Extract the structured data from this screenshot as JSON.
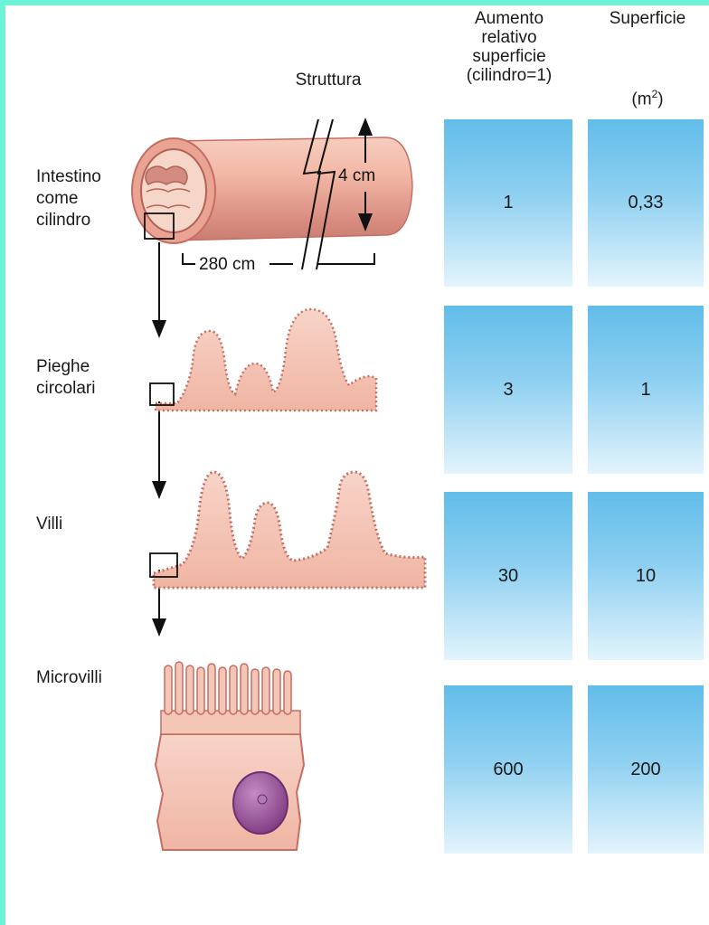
{
  "main": {
    "headers": {
      "structure": "Struttura",
      "relative_increase": "Aumento\nrelativo\nsuperficie\n(cilindro=1)",
      "area": "Superficie",
      "area_unit_prefix": "(m",
      "area_unit_sup": "2",
      "area_unit_suffix": ")"
    },
    "rows": [
      {
        "label": "Intestino\ncome\ncilindro",
        "relative": "1",
        "area": "0,33"
      },
      {
        "label": "Pieghe\ncircolari",
        "relative": "3",
        "area": "1"
      },
      {
        "label": "Villi",
        "relative": "30",
        "area": "10"
      },
      {
        "label": "Microvilli",
        "relative": "600",
        "area": "200"
      }
    ],
    "dimensions": {
      "diameter": "4 cm",
      "length": "280 cm"
    }
  },
  "colors": {
    "tissue": "#f2b6a3",
    "tissue_outline": "#c66e63",
    "cell_top": "#61bdea",
    "border": "#6ff3d8",
    "nucleus": "#9a4e9c"
  }
}
